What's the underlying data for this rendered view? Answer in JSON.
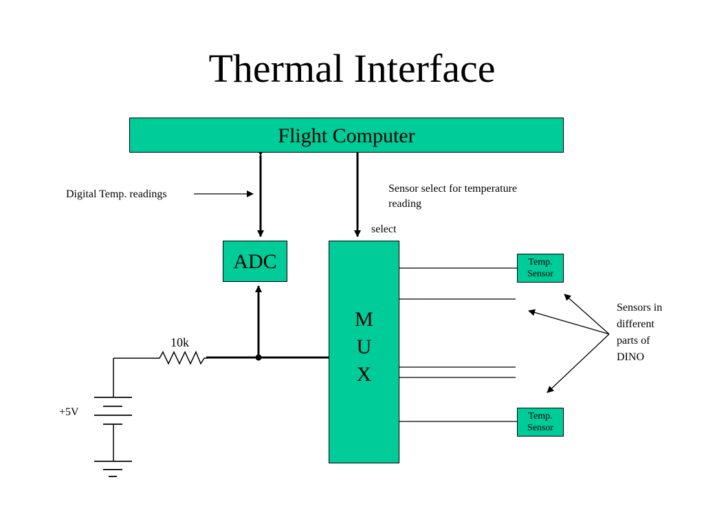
{
  "slide": {
    "title": "Thermal Interface"
  },
  "diagram": {
    "flight_computer": "Flight Computer",
    "adc": "ADC",
    "mux_letters": [
      "M",
      "U",
      "X"
    ],
    "sensor_top": [
      "Temp.",
      "Sensor"
    ],
    "sensor_bottom": [
      "Temp.",
      "Sensor"
    ],
    "labels": {
      "digital_readings": "Digital Temp. readings",
      "sensor_select": [
        "Sensor select for temperature",
        "reading"
      ],
      "select": "select",
      "resistor": "10k",
      "voltage": "+5V",
      "sensors_note": [
        "Sensors in",
        "different",
        "parts of",
        "DINO"
      ]
    },
    "colors": {
      "block_fill": "#00cc99",
      "line": "#000000"
    }
  }
}
